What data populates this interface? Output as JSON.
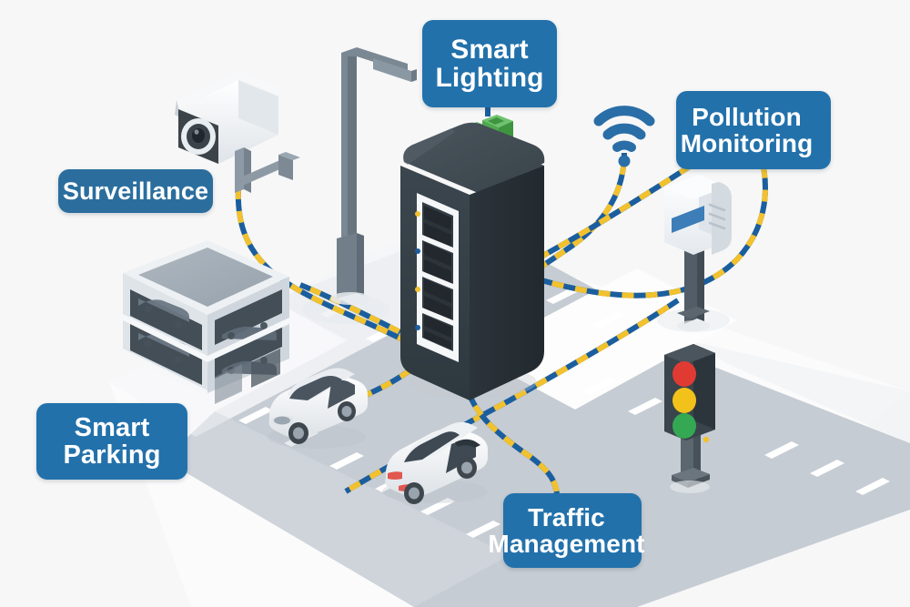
{
  "diagram": {
    "title": "Smart City IoT Infrastructure",
    "background_color": "#f7f7f7",
    "label_color": "#2271ab",
    "label_text_color": "#ffffff",
    "link_colors": {
      "blue": "#1b5e9e",
      "yellow": "#f2c12e"
    }
  },
  "labels": [
    {
      "id": "smart-lighting",
      "text": "Smart\nLighting",
      "color": "#2271ab"
    },
    {
      "id": "pollution-monitoring",
      "text": "Pollution\nMonitoring",
      "color": "#2271ab"
    },
    {
      "id": "surveillance",
      "text": "Surveillance",
      "color": "#2b6e9e"
    },
    {
      "id": "smart-parking",
      "text": "Smart\nParking",
      "color": "#2271ab"
    },
    {
      "id": "traffic-management",
      "text": "Traffic\nManagement",
      "color": "#2271ab"
    }
  ],
  "devices": [
    {
      "id": "network-switch",
      "name": "Network Switch",
      "body_color": "#333d44",
      "port_count": 4,
      "connector_count": 2,
      "connector_color": "#5cb85c"
    },
    {
      "id": "cctv-camera",
      "name": "Surveillance Camera",
      "body_color": "#f2f4f6",
      "lens_color": "#3c4349"
    },
    {
      "id": "street-lamp",
      "name": "Smart Street Lamp",
      "body_color": "#6f7d89"
    },
    {
      "id": "pollution-sensor",
      "name": "Pollution Sensor",
      "body_color": "#f4f6f8",
      "display_color": "#3d7eb8"
    },
    {
      "id": "traffic-light",
      "name": "Traffic Light",
      "body_color": "#3a444c",
      "lamps": [
        {
          "name": "red",
          "color": "#e03b32"
        },
        {
          "name": "yellow",
          "color": "#f2c21a"
        },
        {
          "name": "green",
          "color": "#34a853"
        }
      ]
    },
    {
      "id": "parking-garage",
      "name": "Multi-level Parking Garage",
      "body_color": "#e9edf1",
      "levels": 2
    },
    {
      "id": "car-front",
      "name": "Car heading toward viewer",
      "body_color": "#ffffff"
    },
    {
      "id": "car-rear",
      "name": "Car heading away",
      "body_color": "#ffffff"
    },
    {
      "id": "wifi-signal",
      "name": "Wi-Fi Signal",
      "color": "#2a6ea8",
      "arc_count": 3
    }
  ],
  "connections": [
    {
      "from": "cctv-camera",
      "to": "network-switch"
    },
    {
      "from": "street-lamp",
      "to": "network-switch"
    },
    {
      "from": "wifi-signal",
      "to": "network-switch"
    },
    {
      "from": "pollution-sensor",
      "to": "network-switch"
    },
    {
      "from": "parking-garage",
      "to": "network-switch"
    },
    {
      "from": "traffic-light",
      "to": "network-switch"
    },
    {
      "from": "network-switch",
      "to": "traffic-management"
    }
  ],
  "scene": {
    "road_color": "#c6ccd3",
    "road_light": "#d8dde2",
    "ground_color": "#fbfbfc",
    "lane_marking_color": "#ffffff",
    "crosswalk_color": "#fdfdfd"
  }
}
